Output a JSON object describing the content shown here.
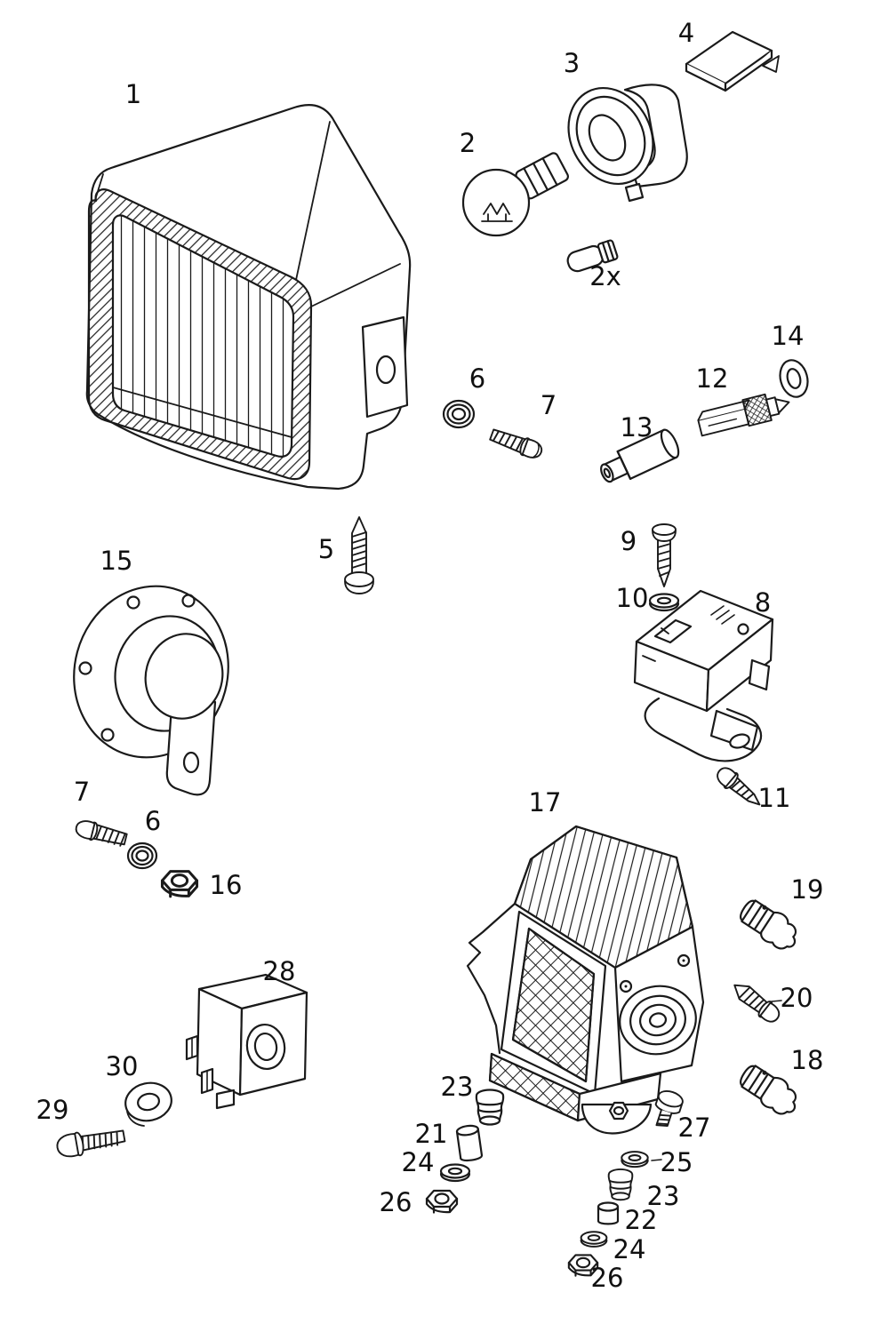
{
  "diagram": {
    "kind": "exploded-parts-diagram",
    "background_color": "#ffffff",
    "line_color": "#1a1a1a",
    "callouts": [
      {
        "label": "1",
        "part": "headlamp"
      },
      {
        "label": "2",
        "part": "bulb-large"
      },
      {
        "label": "3",
        "part": "bulb-socket"
      },
      {
        "label": "4",
        "part": "connector-plate"
      },
      {
        "label": "2x",
        "part": "bulb-small-quantity"
      },
      {
        "label": "6",
        "part": "washer"
      },
      {
        "label": "7",
        "part": "screw"
      },
      {
        "label": "13",
        "part": "sleeve"
      },
      {
        "label": "12",
        "part": "bulb-holder"
      },
      {
        "label": "14",
        "part": "washer"
      },
      {
        "label": "5",
        "part": "tapping-screw"
      },
      {
        "label": "15",
        "part": "horn"
      },
      {
        "label": "9",
        "part": "screw"
      },
      {
        "label": "10",
        "part": "washer"
      },
      {
        "label": "8",
        "part": "relay"
      },
      {
        "label": "11",
        "part": "tapping-screw"
      },
      {
        "label": "7",
        "part": "screw-horn"
      },
      {
        "label": "6",
        "part": "washer-horn"
      },
      {
        "label": "16",
        "part": "hex-nut"
      },
      {
        "label": "17",
        "part": "turn-signal-lamp"
      },
      {
        "label": "19",
        "part": "bulb"
      },
      {
        "label": "20",
        "part": "tapping-screw"
      },
      {
        "label": "18",
        "part": "bulb"
      },
      {
        "label": "28",
        "part": "flasher-relay-box"
      },
      {
        "label": "30",
        "part": "grommet"
      },
      {
        "label": "29",
        "part": "screw"
      },
      {
        "label": "23",
        "part": "grommet"
      },
      {
        "label": "21",
        "part": "spacer-sleeve"
      },
      {
        "label": "24",
        "part": "washer"
      },
      {
        "label": "26",
        "part": "hex-nut"
      },
      {
        "label": "27",
        "part": "bolt"
      },
      {
        "label": "25",
        "part": "washer"
      },
      {
        "label": "23",
        "part": "grommet"
      },
      {
        "label": "22",
        "part": "sleeve"
      },
      {
        "label": "24",
        "part": "washer"
      },
      {
        "label": "26",
        "part": "hex-nut"
      }
    ]
  }
}
